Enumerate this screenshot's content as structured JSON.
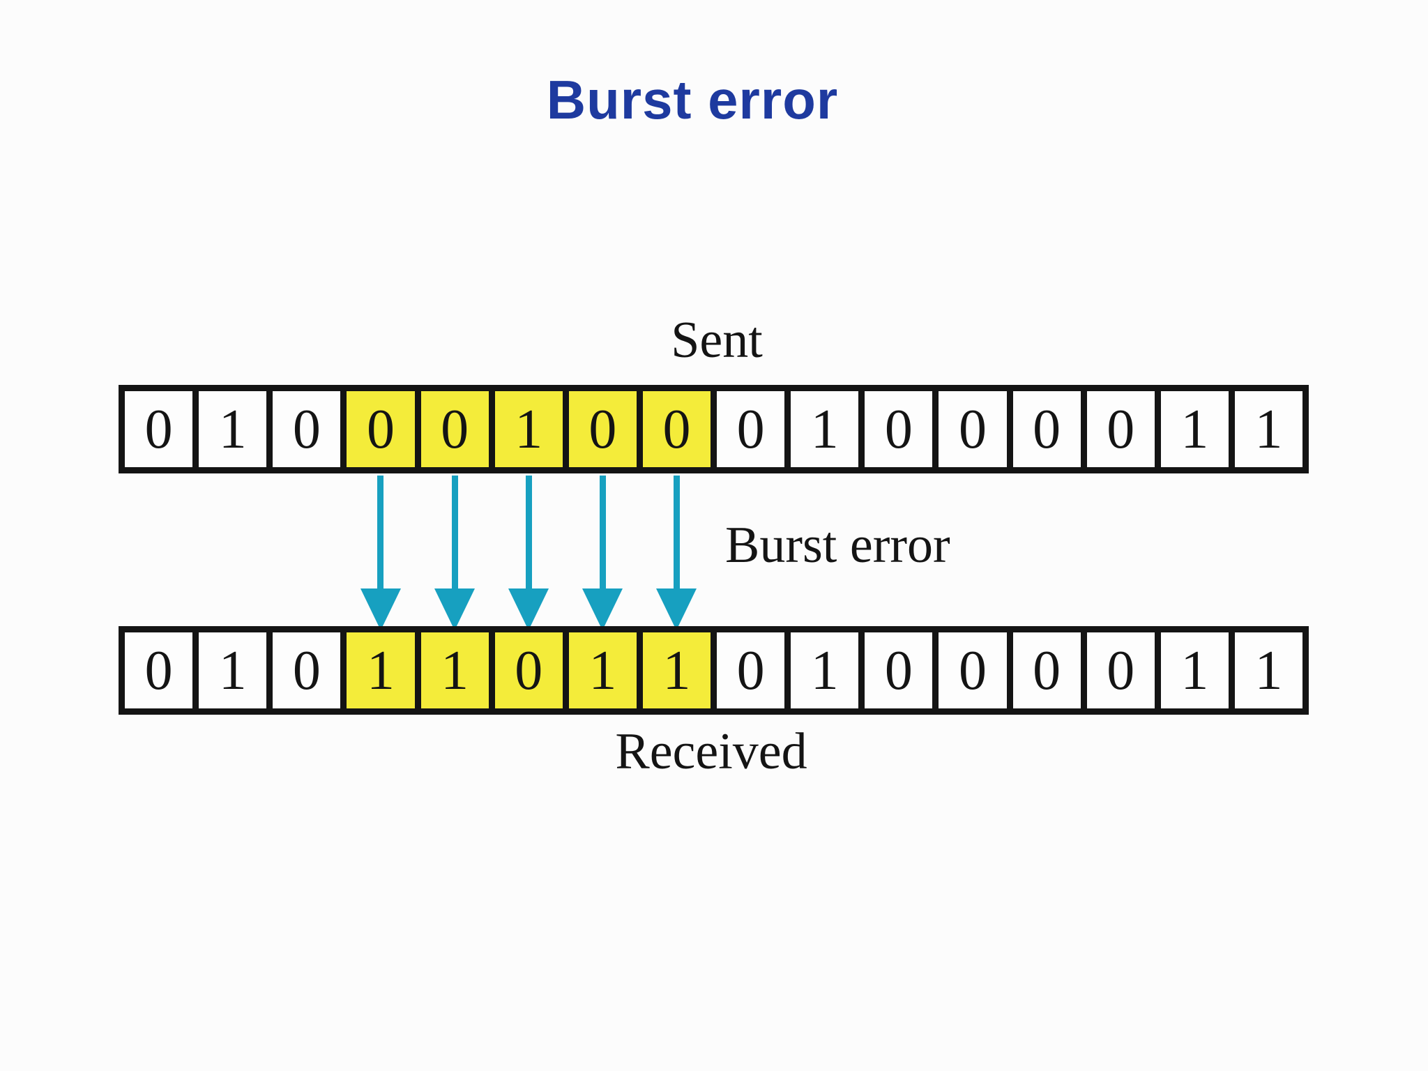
{
  "title": "Burst error",
  "colors": {
    "background": "#fcfcfc",
    "title_blue": "#1e3a9f",
    "ink_black": "#141414",
    "cell_white": "#fdfdfd",
    "highlight_yellow": "#f4ec3a",
    "arrow_cyan": "#17a0c0"
  },
  "diagram": {
    "sent_label": "Sent",
    "received_label": "Received",
    "burst_error_label": "Burst error",
    "sent_bits": [
      "0",
      "1",
      "0",
      "0",
      "0",
      "1",
      "0",
      "0",
      "0",
      "1",
      "0",
      "0",
      "0",
      "0",
      "1",
      "1"
    ],
    "received_bits": [
      "0",
      "1",
      "0",
      "1",
      "1",
      "0",
      "1",
      "1",
      "0",
      "1",
      "0",
      "0",
      "0",
      "0",
      "1",
      "1"
    ],
    "highlight_range": {
      "start": 3,
      "end": 7
    },
    "arrow_cells": [
      3,
      4,
      5,
      6,
      7
    ],
    "corrupted_bits_count": 5
  }
}
